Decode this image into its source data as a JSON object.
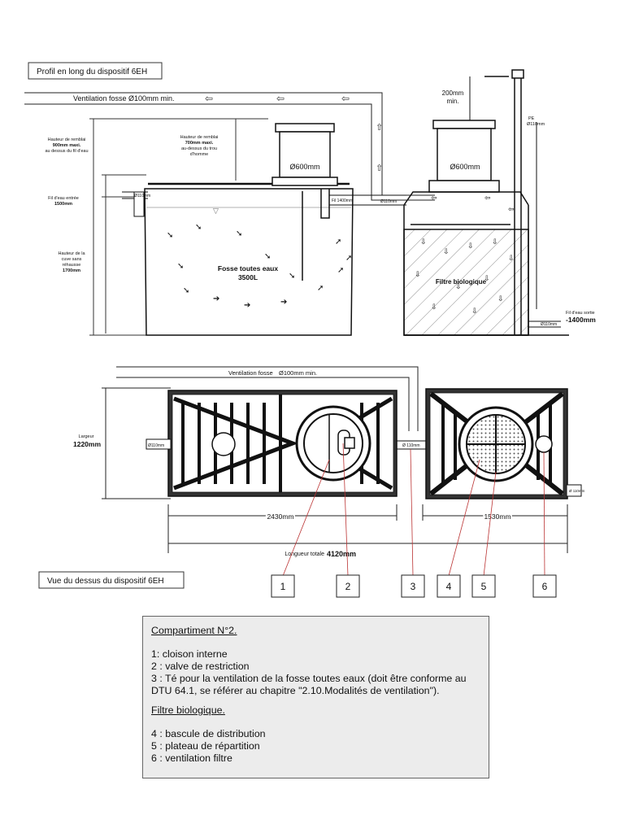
{
  "profile": {
    "title": "Profil en long du dispositif 6EH",
    "ventilation_top": "Ventilation fosse Ø100mm min.",
    "hauteur_remblai_1": "Hauteur de remblai",
    "hauteur_remblai_1b": "900mm maxi.",
    "hauteur_remblai_1c": "au dessus du fil d'eau",
    "hauteur_remblai_2": "Hauteur de remblai",
    "hauteur_remblai_2b": "700mm maxi.",
    "hauteur_remblai_2c": "au-dessus du trou",
    "hauteur_remblai_2d": "d'homme",
    "fil_eau_entree": "Fil d'eau entrée",
    "fil_eau_entree_val": "1500mm",
    "hauteur_cuve_1": "Hauteur de la",
    "hauteur_cuve_2": "cuve sans",
    "hauteur_cuve_3": "réhausse",
    "hauteur_cuve_4": "1700mm",
    "pipe_in": "Ø110mm",
    "pipe_mid": "Fil 1400mm",
    "pipe_mid2": "Ø110mm",
    "riser1": "Ø600mm",
    "riser2": "Ø600mm",
    "fosse_label": "Fosse toutes eaux",
    "fosse_volume": "3500L",
    "filtre_label": "Filtre biologique",
    "gap_200": "200mm",
    "gap_200b": "min.",
    "pe": "PE",
    "pe_dia": "Ø110mm",
    "fil_sortie": "Fil d'eau sortie",
    "fil_sortie_val": "-1400mm",
    "pipe_out": "Ø110mm"
  },
  "top_view": {
    "title": "Vue du dessus du dispositif 6EH",
    "ventilation": "Ventilation fosse",
    "ventilation_dia": "Ø100mm min.",
    "largeur": "Largeur",
    "largeur_val": "1220mm",
    "pipe_in": "Ø110mm",
    "pipe_mid": "Ø 110mm",
    "pipe_out": "Ø 110mm",
    "dim_2430": "2430mm",
    "dim_1530": "1530mm",
    "longueur": "Longueur totale",
    "longueur_val": "4120mm",
    "callouts": [
      "1",
      "2",
      "3",
      "4",
      "5",
      "6"
    ]
  },
  "legend": {
    "heading1": "Compartiment N°2.",
    "item1": "1: cloison interne",
    "item2": "2 : valve de restriction",
    "item3": "3 : Té pour la ventilation de la fosse toutes eaux (doit être conforme au DTU 64.1, se référer au chapitre \"2.10.Modalités de ventilation\").",
    "heading2": "Filtre biologique.",
    "item4": "4 : bascule de distribution",
    "item5": "5 : plateau de répartition",
    "item6": "6 : ventilation filtre"
  }
}
